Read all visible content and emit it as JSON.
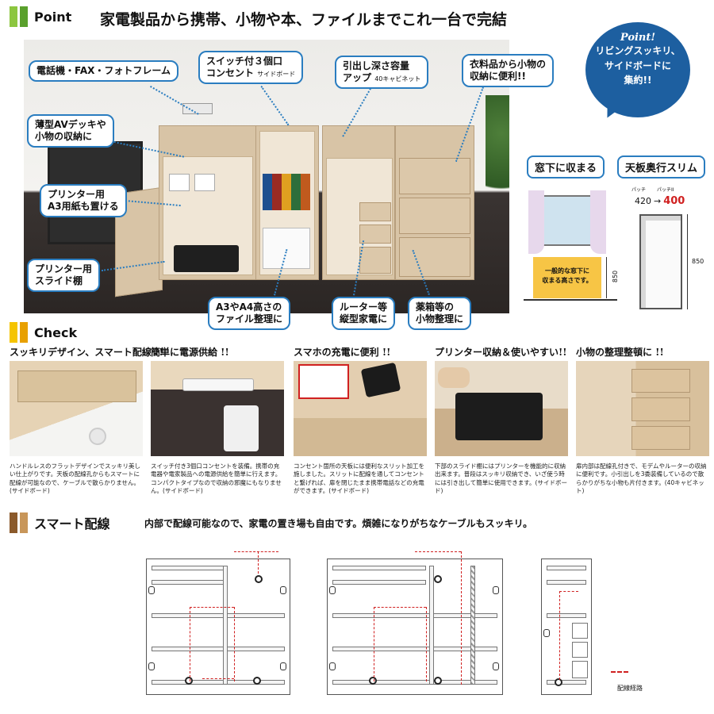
{
  "point_section": {
    "label": "Point",
    "headline": "家電製品から携帯、小物や本、ファイルまでこれ一台で完結",
    "mark_colors": [
      "#8cc63f",
      "#5aa02c"
    ]
  },
  "callouts": {
    "phone": "電話機・FAX・フォトフレーム",
    "switch_line1": "スイッチ付３個口",
    "switch_line2": "コンセント",
    "switch_note": "サイドボード",
    "drawer_line1": "引出し深さ容量",
    "drawer_line2": "アップ",
    "drawer_note": "40キャビネット",
    "clothes_line1": "衣料品から小物の",
    "clothes_line2": "収納に便利!!",
    "av_line1": "薄型AVデッキや",
    "av_line2": "小物の収納に",
    "printer_paper_line1": "プリンター用",
    "printer_paper_line2": "A3用紙も置ける",
    "printer_slide_line1": "プリンター用",
    "printer_slide_line2": "スライド棚",
    "a3_line1": "A3やA4高さの",
    "a3_line2": "ファイル整理に",
    "router_line1": "ルーター等",
    "router_line2": "縦型家電に",
    "medicine_line1": "薬箱等の",
    "medicine_line2": "小物整理に"
  },
  "bubble": {
    "title": "Point!",
    "line1": "リビングスッキリ、",
    "line2": "サイドボードに",
    "line3": "集約!!"
  },
  "window_panel": {
    "title": "窓下に収まる",
    "box_line1": "一般的な窓下に",
    "box_line2": "収まる高さです。",
    "height": "850"
  },
  "depth_panel": {
    "title": "天板奥行スリム",
    "label_a": "パッチ",
    "label_b": "パッチII",
    "from": "420",
    "arrow": "→",
    "to": "400",
    "height": "850"
  },
  "check_section": {
    "label": "Check",
    "mark_colors": [
      "#f5c400",
      "#e8a000"
    ]
  },
  "cards": [
    {
      "title": "スッキリデザイン、スマート配線 !!",
      "text": "ハンドルレスのフラットデザインでスッキリ美しい仕上がりです。天板の配線孔からもスマートに配線が可能なので、ケーブルで散らかりません。(サイドボード)"
    },
    {
      "title": "簡単に電源供給 !!",
      "text": "スイッチ付き3個口コンセントを装備。携帯の充電器や電家製品への電源供給を簡単に行えます。コンパクトタイプなので収納の邪魔にもなりません。(サイドボード)"
    },
    {
      "title": "スマホの充電に便利 !!",
      "text": "コンセント箇所の天板には便利なスリット加工を施しました。スリットに配線を通してコンセントと繋げれば、扉を閉じたまま携帯電話などの充電ができます。(サイドボード)"
    },
    {
      "title": "プリンター収納＆使いやすい!!",
      "text": "下部のスライド棚にはプリンターを機能的に収納出来ます。普段はスッキリ収納でき、いざ使う時には引き出して簡単に使用できます。(サイドボード)"
    },
    {
      "title": "小物の整理整頓に !!",
      "text": "扉内部は配線孔付きで、モデムやルーターの収納に便利です。小引出しを3委装備しているので散らかりがちな小物も片付きます。(40キャビネット)"
    }
  ],
  "smart_section": {
    "label": "スマート配線",
    "description": "内部で配線可能なので、家電の置き場も自由です。煩雑になりがちなケーブルもスッキリ。",
    "mark_colors": [
      "#8b5a2b",
      "#c8965a"
    ],
    "legend": "配線経路",
    "route_color": "#d02020"
  }
}
